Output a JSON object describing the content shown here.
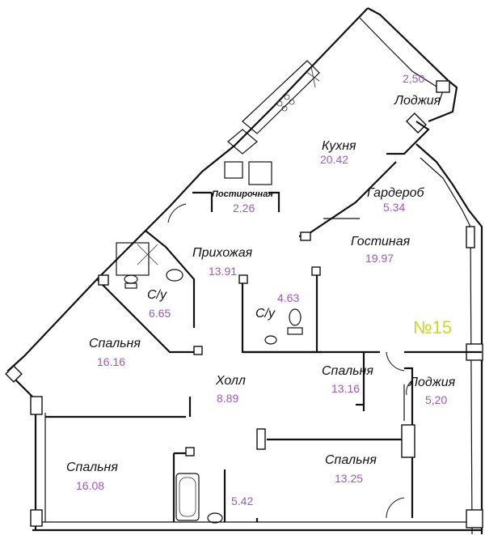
{
  "colors": {
    "area": "#9b59c6",
    "apartment_number": "#c8dc1e",
    "wall": "#111111"
  },
  "apartment_number": "№15",
  "rooms": {
    "loggia_top": {
      "name": "Лоджия",
      "area": "2,50"
    },
    "kitchen": {
      "name": "Кухня",
      "area": "20.42"
    },
    "laundry": {
      "name": "Постирочная",
      "area": "2.26"
    },
    "wardrobe": {
      "name": "Гардероб",
      "area": "5.34"
    },
    "living": {
      "name": "Гостиная",
      "area": "19.97"
    },
    "hallway": {
      "name": "Прихожая",
      "area": "13.91"
    },
    "bath_left": {
      "name": "С/у",
      "area": "6.65"
    },
    "bath_center": {
      "name": "С/у",
      "area": "4.63"
    },
    "bedroom_left": {
      "name": "Спальня",
      "area": "16.16"
    },
    "hall": {
      "name": "Холл",
      "area": "8.89"
    },
    "bedroom_right_top": {
      "name": "Спальня",
      "area": "13.16"
    },
    "loggia_right": {
      "name": "Лоджия",
      "area": "5,20"
    },
    "bedroom_bottom_left": {
      "name": "Спальня",
      "area": "16.08"
    },
    "bedroom_bottom_right": {
      "name": "Спальня",
      "area": "13.25"
    },
    "bath_bottom": {
      "area": "5.42"
    }
  },
  "icons": [
    "window-icon",
    "door-swing-icon",
    "toilet-icon",
    "sink-icon",
    "bathtub-icon",
    "stove-icon",
    "shower-icon"
  ]
}
